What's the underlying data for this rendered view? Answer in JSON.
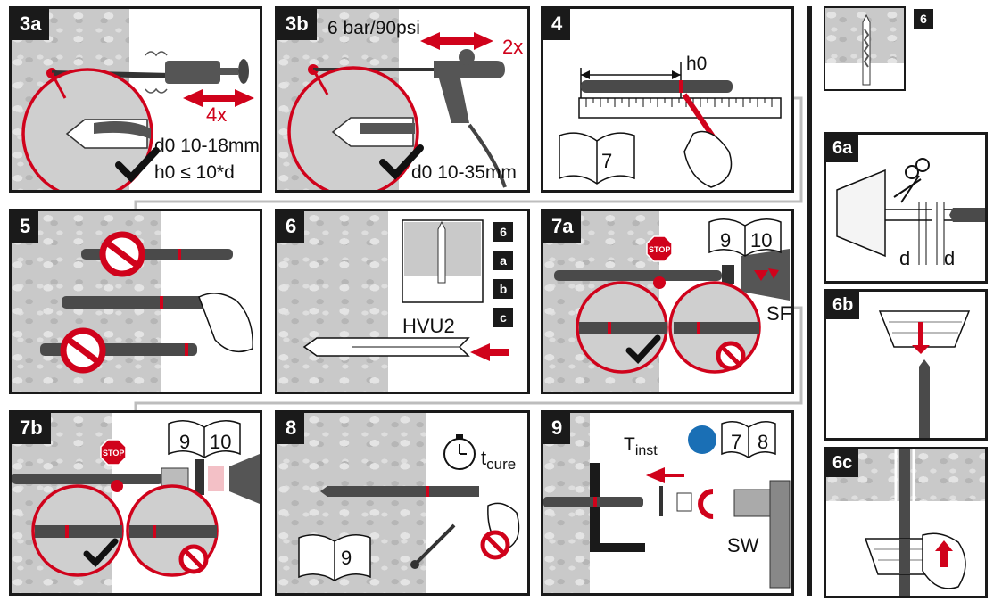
{
  "steps": {
    "s3a": {
      "tag": "3a",
      "repeat": "4x",
      "d0": "d0 10-18mm",
      "h0": "h0 ≤ 10*d"
    },
    "s3b": {
      "tag": "3b",
      "pressure": "6 bar/90psi",
      "repeat": "2x",
      "d0": "d0 10-35mm"
    },
    "s4": {
      "tag": "4",
      "h0": "h0",
      "book_page": "7"
    },
    "s5": {
      "tag": "5"
    },
    "s6": {
      "tag": "6",
      "label": "HVU2",
      "mini_tags": [
        "6",
        "a",
        "b",
        "c"
      ]
    },
    "s7a": {
      "tag": "7a",
      "stop": "STOP",
      "book_left": "9",
      "book_right": "10",
      "tool": "SF"
    },
    "s7b": {
      "tag": "7b",
      "stop": "STOP",
      "book_left": "9",
      "book_right": "10"
    },
    "s8": {
      "tag": "8",
      "t": "t",
      "t_sub": "cure",
      "book_page": "9"
    },
    "s9": {
      "tag": "9",
      "t": "T",
      "t_sub": "inst",
      "book_left": "7",
      "book_right": "8",
      "tool": "SW"
    },
    "d6": {
      "tag": "6"
    },
    "d6a": {
      "tag": "6a",
      "d1": "d",
      "d2": "d"
    },
    "d6b": {
      "tag": "6b"
    },
    "d6c": {
      "tag": "6c"
    }
  },
  "colors": {
    "accent": "#d0021b",
    "frame": "#1a1a1a",
    "wall": "#c9c9c9"
  }
}
